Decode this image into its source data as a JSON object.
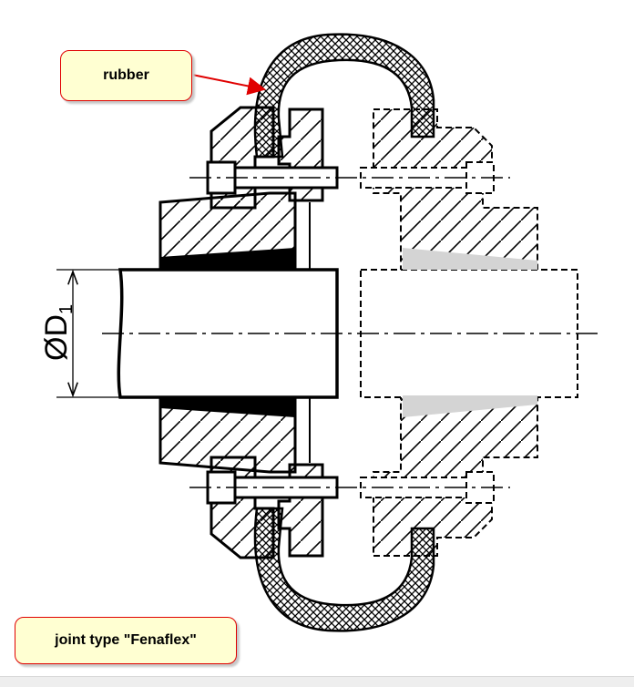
{
  "labels": {
    "rubber": "rubber",
    "title": "joint type \"Fenaflex\"",
    "dimension_main": "ØD",
    "dimension_sub": "1"
  },
  "colors": {
    "callout_fill": "#ffffd2",
    "callout_border": "#e00000",
    "leader_arrow": "#e00000",
    "line": "#000000",
    "taper_fill_solid": "#000000",
    "taper_fill_phantom": "#d4d4d4"
  }
}
